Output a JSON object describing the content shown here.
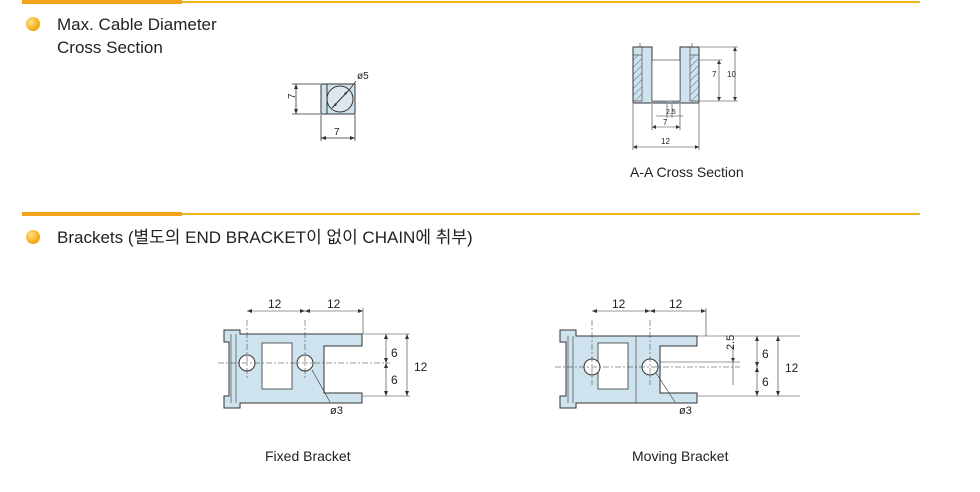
{
  "sections": [
    {
      "title_line1": "Max. Cable Diameter",
      "title_line2": "Cross Section"
    },
    {
      "title": "Brackets (별도의 END BRACKET이 없이 CHAIN에 취부)"
    }
  ],
  "cable_diagram": {
    "dia_label": "ø5",
    "height_label": "7",
    "width_label": "7"
  },
  "aa_section": {
    "caption": "A-A Cross Section",
    "inner_height": "7",
    "outer_height": "10",
    "slot": "2.5",
    "inner_width": "7",
    "outer_width": "12"
  },
  "fixed_bracket": {
    "caption": "Fixed Bracket",
    "pitch1": "12",
    "pitch2": "12",
    "half1": "6",
    "half2": "6",
    "total": "12",
    "hole": "ø3"
  },
  "moving_bracket": {
    "caption": "Moving Bracket",
    "pitch1": "12",
    "pitch2": "12",
    "offset": "2.5",
    "half1": "6",
    "half2": "6",
    "total": "12",
    "hole": "ø3"
  }
}
